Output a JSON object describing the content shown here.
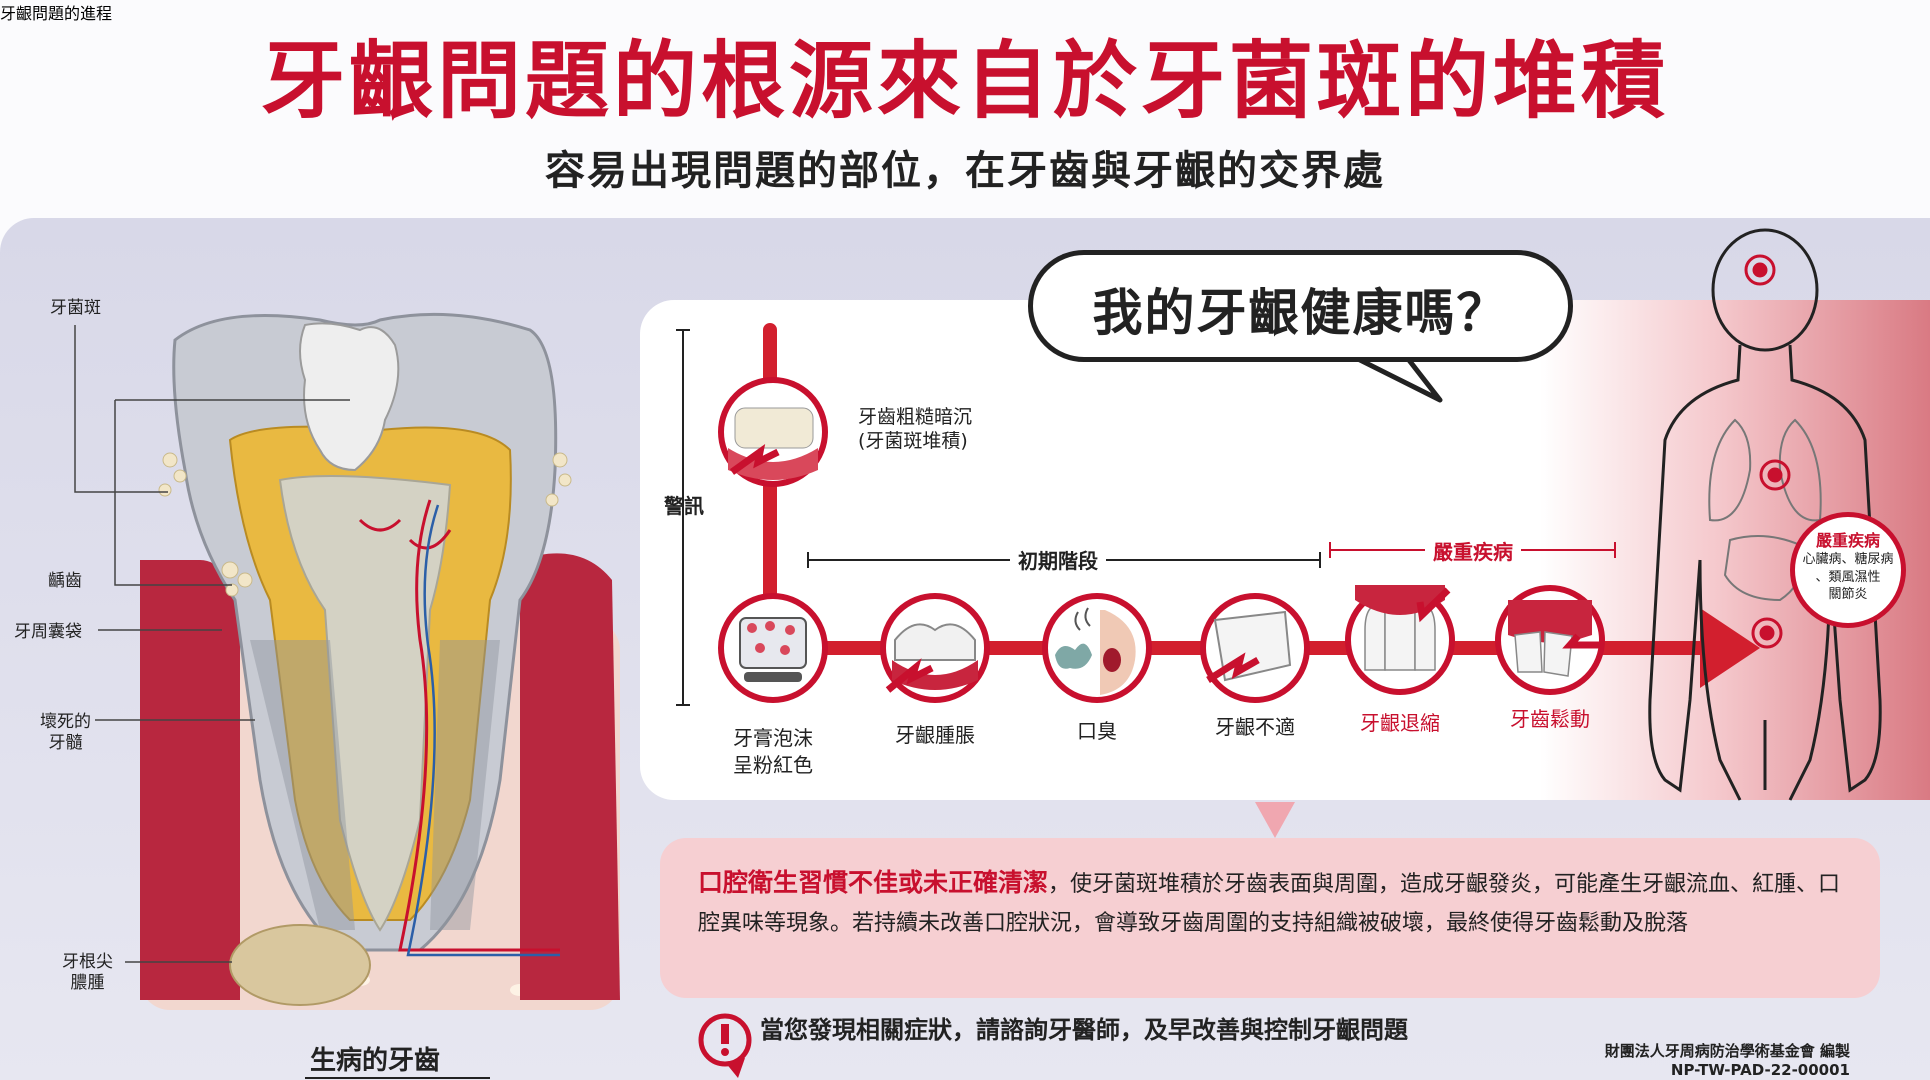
{
  "title": "牙齦問題的根源來自於牙菌斑的堆積",
  "subtitle": "容易出現問題的部位，在牙齒與牙齦的交界處",
  "tooth_diagram": {
    "labels": {
      "plaque": "牙菌斑",
      "caries": "齲齒",
      "pocket": "牙周囊袋",
      "necrotic_pulp": "壞死的\n牙髓",
      "abscess": "牙根尖\n膿腫"
    },
    "caption": "生病的牙齒"
  },
  "question": "我的牙齦健康嗎？",
  "progression_title": "牙齦問題的進程",
  "warning_label": "警訊",
  "warning_item": "牙齒粗糙暗沉\n(牙菌斑堆積)",
  "stages": {
    "early": "初期階段",
    "severe": "嚴重疾病"
  },
  "symptoms": [
    {
      "label": "牙膏泡沫\n呈粉紅色",
      "severe": false
    },
    {
      "label": "牙齦腫脹",
      "severe": false
    },
    {
      "label": "口臭",
      "severe": false
    },
    {
      "label": "牙齦不適",
      "severe": false
    },
    {
      "label": "牙齦退縮",
      "severe": true
    },
    {
      "label": "牙齒鬆動",
      "severe": true
    }
  ],
  "body": {
    "title": "嚴重疾病",
    "diseases": "心臟病、糖尿病\n、類風濕性\n關節炎"
  },
  "info": {
    "highlight": "口腔衛生習慣不佳或未正確清潔",
    "text": "，使牙菌斑堆積於牙齒表面與周圍，造成牙齦發炎，可能產生牙齦流血、紅腫、口腔異味等現象。若持續未改善口腔狀況，會導致牙齒周圍的支持組織被破壞，最終使得牙齒鬆動及脫落"
  },
  "advice": "當您發現相關症狀，請諮詢牙醫師，及早改善與控制牙齦問題",
  "publisher": "財團法人牙周病防治學術基金會 編製",
  "code": "NP-TW-PAD-22-00001",
  "colors": {
    "red": "#c8102e",
    "pink": "#f6cfd2",
    "panel": "#dcdce9"
  }
}
